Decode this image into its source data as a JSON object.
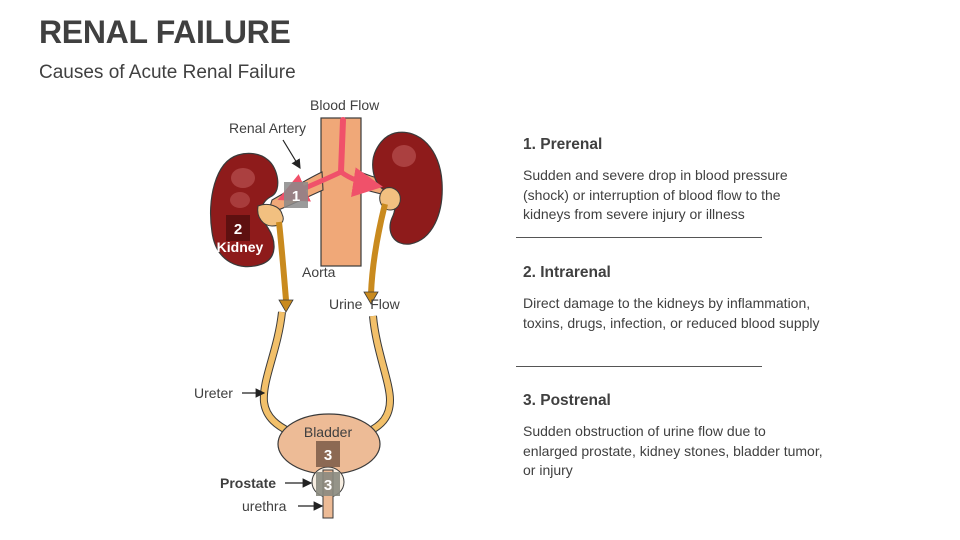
{
  "header": {
    "title": "RENAL FAILURE",
    "subtitle": "Causes of Acute Renal Failure"
  },
  "diagram": {
    "labels": {
      "blood_flow": "Blood Flow",
      "renal_artery": "Renal Artery",
      "aorta": "Aorta",
      "urine_flow": "Urine  Flow",
      "ureter": "Ureter",
      "bladder": "Bladder",
      "prostate": "Prostate",
      "urethra": "urethra",
      "kidney": "Kidney"
    },
    "markers": {
      "prerenal": "1",
      "intrarenal": "2",
      "postrenal_bladder": "3",
      "postrenal_prostate": "3"
    },
    "colors": {
      "kidney": "#8e1b1b",
      "aorta": "#f0a878",
      "blood_flow": "#f0516a",
      "urine_path": "#c98a1e",
      "ureter": "#f2c06a",
      "bladder": "#edbb96"
    }
  },
  "causes": [
    {
      "heading": "1. Prerenal",
      "description": "Sudden and severe drop in blood pressure (shock) or interruption of blood flow to the kidneys from severe injury or illness"
    },
    {
      "heading": "2. Intrarenal",
      "description": "Direct damage to the kidneys by inflammation, toxins, drugs, infection, or reduced blood supply"
    },
    {
      "heading": "3. Postrenal",
      "description": "Sudden obstruction of urine flow due to enlarged prostate, kidney stones, bladder tumor, or injury"
    }
  ]
}
